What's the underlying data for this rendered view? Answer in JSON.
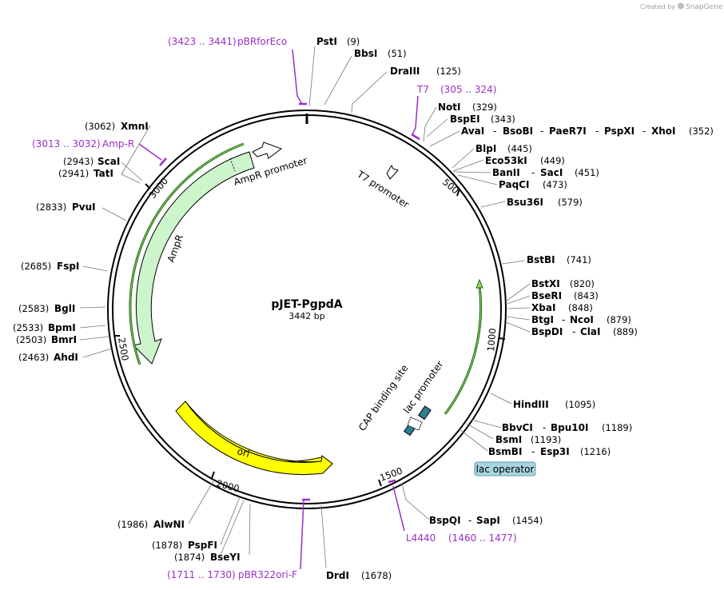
{
  "watermark": "Created by",
  "watermark_brand": "SnapGene",
  "plasmid": {
    "name": "pJET-PgpdA",
    "length": "3442 bp"
  },
  "ticks": [
    "500",
    "1000",
    "1500",
    "2000",
    "2500",
    "3000"
  ],
  "features": {
    "ampr_promoter": "AmpR promoter",
    "ampr": "AmpR",
    "t7_promoter": "T7 promoter",
    "ori": "ori",
    "cap_site": "CAP binding site",
    "lac_promoter": "lac promoter",
    "lac_operator": "lac operator"
  },
  "colors": {
    "ampr": "#ccf5cc",
    "ori": "#ffff00",
    "primer": "#9b2fc9",
    "lac_operator": "#a8d4e0",
    "lac_block": "#2e7d8e"
  },
  "primers": [
    {
      "name": "pBRforEco",
      "range": "(3423 .. 3441)"
    },
    {
      "name": "T7",
      "range": "(305 .. 324)"
    },
    {
      "name": "Amp-R",
      "range": "(3013 .. 3032)"
    },
    {
      "name": "L4440",
      "range": "(1460 .. 1477)"
    },
    {
      "name": "pBR322ori-F",
      "range": "(1711 .. 1730)"
    }
  ],
  "enzymes_right": [
    {
      "name": "PstI",
      "pos": "(9)"
    },
    {
      "name": "BbsI",
      "pos": "(51)"
    },
    {
      "name": "DraIII",
      "pos": "(125)"
    },
    {
      "name": "NotI",
      "pos": "(329)"
    },
    {
      "name": "BspEI",
      "pos": "(343)"
    },
    {
      "name": "AvaI",
      "extra": [
        "BsoBI",
        "PaeR7I",
        "PspXI",
        "XhoI"
      ],
      "pos": "(352)"
    },
    {
      "name": "BlpI",
      "pos": "(445)"
    },
    {
      "name": "Eco53kI",
      "pos": "(449)"
    },
    {
      "name": "BanII",
      "extra": [
        "SacI"
      ],
      "pos": "(451)"
    },
    {
      "name": "PaqCI",
      "pos": "(473)"
    },
    {
      "name": "Bsu36I",
      "pos": "(579)"
    },
    {
      "name": "BstBI",
      "pos": "(741)"
    },
    {
      "name": "BstXI",
      "pos": "(820)"
    },
    {
      "name": "BseRI",
      "pos": "(843)"
    },
    {
      "name": "XbaI",
      "pos": "(848)"
    },
    {
      "name": "BtgI",
      "extra": [
        "NcoI"
      ],
      "pos": "(879)"
    },
    {
      "name": "BspDI",
      "extra": [
        "ClaI"
      ],
      "pos": "(889)"
    },
    {
      "name": "HindIII",
      "pos": "(1095)"
    },
    {
      "name": "BbvCI",
      "extra": [
        "Bpu10I"
      ],
      "pos": "(1189)"
    },
    {
      "name": "BsmI",
      "pos": "(1193)"
    },
    {
      "name": "BsmBI",
      "extra": [
        "Esp3I"
      ],
      "pos": "(1216)"
    },
    {
      "name": "BspQI",
      "extra": [
        "SapI"
      ],
      "pos": "(1454)"
    },
    {
      "name": "DrdI",
      "pos": "(1678)"
    }
  ],
  "enzymes_left": [
    {
      "name": "XmnI",
      "pos": "(3062)"
    },
    {
      "name": "ScaI",
      "pos": "(2943)"
    },
    {
      "name": "TatI",
      "pos": "(2941)"
    },
    {
      "name": "PvuI",
      "pos": "(2833)"
    },
    {
      "name": "FspI",
      "pos": "(2685)"
    },
    {
      "name": "BglI",
      "pos": "(2583)"
    },
    {
      "name": "BpmI",
      "pos": "(2533)"
    },
    {
      "name": "BmrI",
      "pos": "(2503)"
    },
    {
      "name": "AhdI",
      "pos": "(2463)"
    },
    {
      "name": "AlwNI",
      "pos": "(1986)"
    },
    {
      "name": "PspFI",
      "pos": "(1878)"
    },
    {
      "name": "BseYI",
      "pos": "(1874)"
    }
  ]
}
